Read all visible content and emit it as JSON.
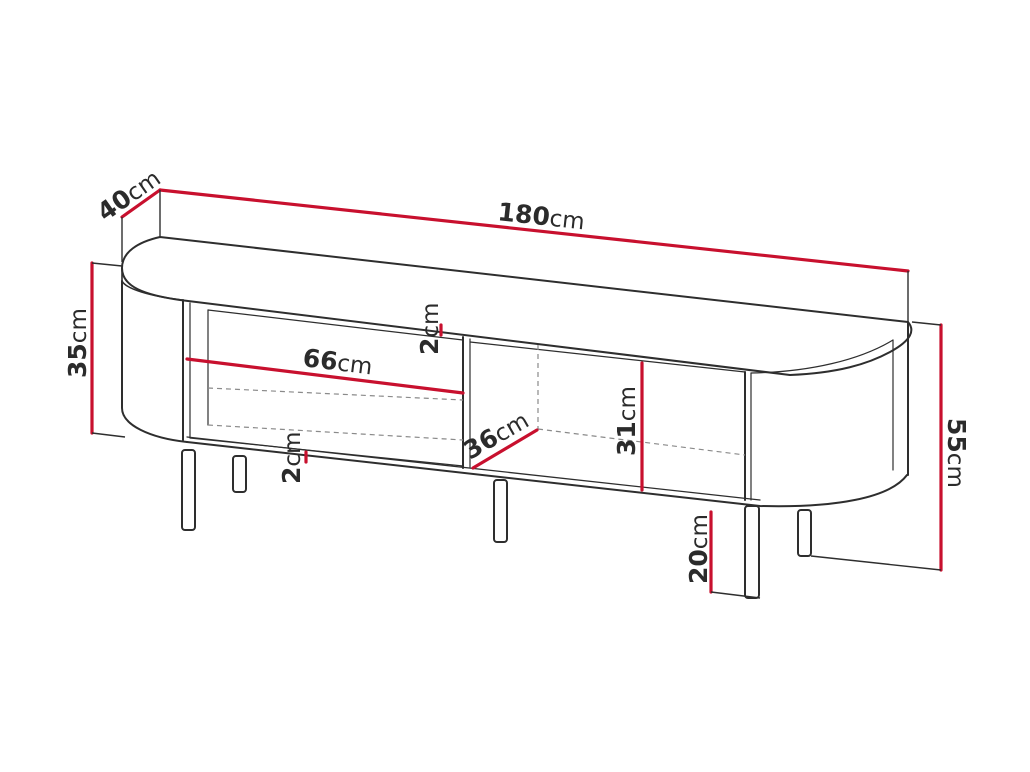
{
  "colors": {
    "outline": "#2e2e2e",
    "hidden_line": "#8a8a8a",
    "dimension": "#c8102e",
    "background": "#ffffff"
  },
  "dimensions": {
    "depth": {
      "value": "40",
      "unit": "cm"
    },
    "width": {
      "value": "180",
      "unit": "cm"
    },
    "body_height": {
      "value": "35",
      "unit": "cm"
    },
    "total_height": {
      "value": "55",
      "unit": "cm"
    },
    "shelf_width": {
      "value": "66",
      "unit": "cm"
    },
    "top_thickness": {
      "value": "2",
      "unit": "cm"
    },
    "bottom_thickness": {
      "value": "2",
      "unit": "cm"
    },
    "inner_depth": {
      "value": "36",
      "unit": "cm"
    },
    "inner_height": {
      "value": "31",
      "unit": "cm"
    },
    "leg_height": {
      "value": "20",
      "unit": "cm"
    }
  }
}
